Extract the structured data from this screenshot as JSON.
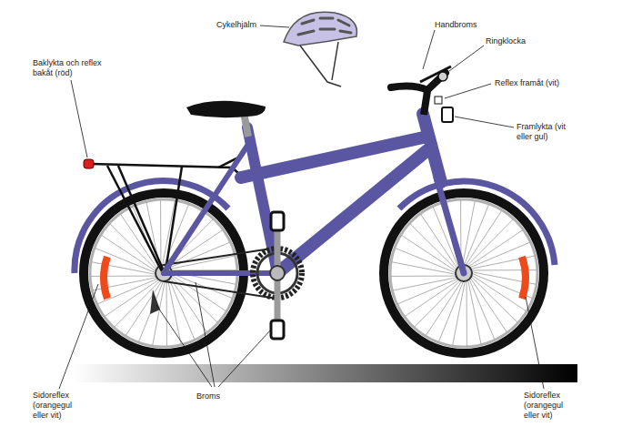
{
  "diagram": {
    "labels": [
      "Cykelhjälm",
      "Handbroms",
      "Ringklocka",
      "Reflex framåt (vit)",
      "Baklykta och reflex bakåt (röd)",
      "Framlykta (vit eller gul)",
      "Broms",
      "Sidoreflex (orangegul eller vit)",
      "Sidoreflex (orangegul eller vit)"
    ]
  }
}
